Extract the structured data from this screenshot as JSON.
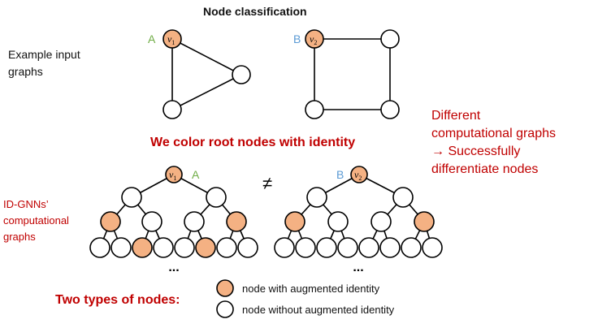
{
  "title": "Node classification",
  "input_graphs_label": "Example input graphs",
  "headline": "We color root nodes with identity",
  "conclusion": {
    "line1": "Different",
    "line2": "computational graphs",
    "line3": "→ Successfully",
    "line4": "differentiate nodes"
  },
  "id_gnn_label": "ID-GNNs’ computational graphs",
  "not_equal_symbol": "≠",
  "ellipsis": "...",
  "colors": {
    "identity_fill": "#f4b183",
    "plain_fill": "#ffffff",
    "label_A": "#70ad47",
    "label_B": "#5b9bd5",
    "accent_red": "#c00000"
  },
  "input_graphs": [
    {
      "name": "triangle",
      "node_label": "A",
      "root_label": "v1",
      "nodes": 3,
      "colored": [
        0
      ]
    },
    {
      "name": "square",
      "node_label": "B",
      "root_label": "v2",
      "nodes": 4,
      "colored": [
        0
      ]
    }
  ],
  "trees": [
    {
      "name": "tree-A",
      "root_label": "v1",
      "side_label": "A",
      "levels": [
        [
          1
        ],
        [
          0,
          0
        ],
        [
          1,
          0,
          0,
          1
        ],
        [
          0,
          0,
          1,
          0,
          0,
          1,
          0,
          0
        ]
      ]
    },
    {
      "name": "tree-B",
      "root_label": "v2",
      "side_label": "B",
      "levels": [
        [
          1
        ],
        [
          0,
          0
        ],
        [
          1,
          0,
          0,
          1
        ],
        [
          0,
          0,
          0,
          0,
          0,
          0,
          0,
          0
        ]
      ]
    }
  ],
  "legend": {
    "title": "Two types of nodes:",
    "items": [
      {
        "label": "node with augmented identity",
        "filled": true
      },
      {
        "label": "node without augmented identity",
        "filled": false
      }
    ]
  }
}
